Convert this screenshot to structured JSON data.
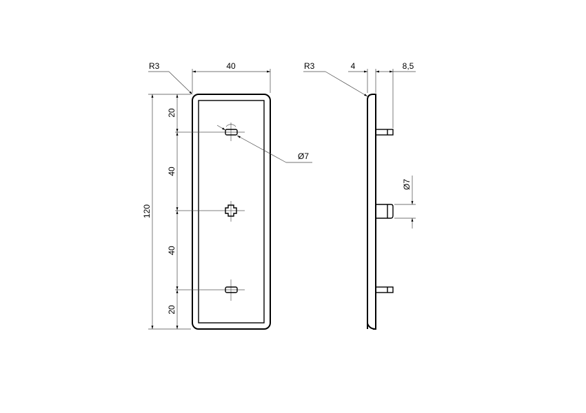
{
  "drawing": {
    "front_view": {
      "corner_radius_label": "R3",
      "width_label": "40",
      "height_total_label": "120",
      "segment_labels": [
        "20",
        "40",
        "40",
        "20"
      ],
      "hole_diameter_label": "Ø7"
    },
    "side_view": {
      "corner_radius_label": "R3",
      "thickness_label": "4",
      "pin_length_label": "8,5",
      "pin_diameter_label": "Ø7"
    }
  }
}
